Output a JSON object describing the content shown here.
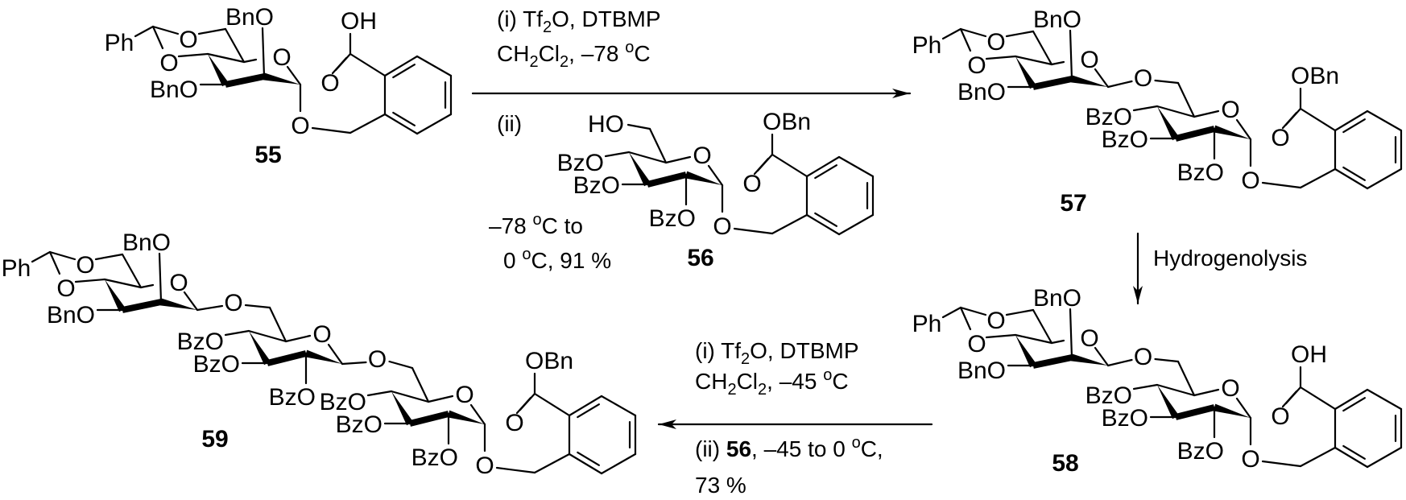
{
  "labels": {
    "Ph": "Ph",
    "BnO": "BnO",
    "BzO": "BzO",
    "O": "O",
    "OH": "OH",
    "OBn": "OBn",
    "HO": "HO"
  },
  "compounds": {
    "c55": "55",
    "c56": "56",
    "c57": "57",
    "c58": "58",
    "c59": "59"
  },
  "reactions": [
    {
      "lines": [
        [
          {
            "text": "(i) Tf"
          },
          {
            "text": "2",
            "style": "sub"
          },
          {
            "text": "O, DTBMP"
          }
        ],
        [
          {
            "text": "CH"
          },
          {
            "text": "2",
            "style": "sub"
          },
          {
            "text": "Cl"
          },
          {
            "text": "2",
            "style": "sub"
          },
          {
            "text": ", –78 "
          },
          {
            "text": "o",
            "style": "sup"
          },
          {
            "text": "C"
          }
        ],
        [
          {
            "text": "(ii)"
          }
        ],
        [
          {
            "text": "–78 "
          },
          {
            "text": "o",
            "style": "sup"
          },
          {
            "text": "C to"
          }
        ],
        [
          {
            "text": "0 "
          },
          {
            "text": "o",
            "style": "sup"
          },
          {
            "text": "C, 91 %"
          }
        ]
      ]
    },
    {
      "lines": [
        [
          {
            "text": "Hydrogenolysis"
          }
        ]
      ]
    },
    {
      "lines": [
        [
          {
            "text": "(i) Tf"
          },
          {
            "text": "2",
            "style": "sub"
          },
          {
            "text": "O, DTBMP"
          }
        ],
        [
          {
            "text": "CH"
          },
          {
            "text": "2",
            "style": "sub"
          },
          {
            "text": "Cl"
          },
          {
            "text": "2",
            "style": "sub"
          },
          {
            "text": ", –45 "
          },
          {
            "text": "o",
            "style": "sup"
          },
          {
            "text": "C"
          }
        ],
        [
          {
            "text": "(ii) "
          },
          {
            "text": "56",
            "style": "bold"
          },
          {
            "text": ", –45 to 0 "
          },
          {
            "text": "o",
            "style": "sup"
          },
          {
            "text": "C,"
          }
        ],
        [
          {
            "text": "73 %"
          }
        ]
      ]
    }
  ],
  "colors": {
    "ink": "#000000",
    "background": "#ffffff"
  }
}
